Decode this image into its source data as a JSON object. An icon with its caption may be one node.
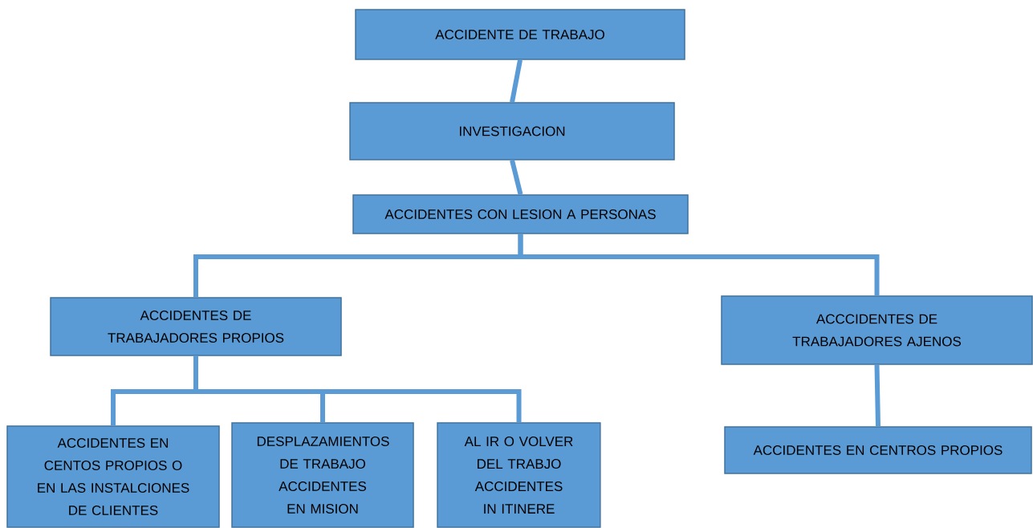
{
  "diagram": {
    "nodes": [
      {
        "text": [
          "ACCIDENTE DE TRABAJO"
        ]
      },
      {
        "text": [
          "INVESTIGACION"
        ]
      },
      {
        "text": [
          "ACCIDENTES CON LESION A PERSONAS"
        ]
      },
      {
        "text": [
          "ACCIDENTES DE TRABAJADORES PROPIOS"
        ]
      },
      {
        "text": [
          "ACCCIDENTES DE TRABAJADORES AJENOS"
        ]
      },
      {
        "text": [
          "ACCIDENTES EN CENTOS PROPIOS O EN LAS INSTALCIONES DE CLIENTES"
        ]
      },
      {
        "text": [
          "DESPLAZAMIENTOS DE TRABAJO ACCIDENTES EN MISION"
        ]
      },
      {
        "text": [
          "AL IR O VOLVER DEL TRABJO ACCIDENTES IN ITINERE"
        ]
      },
      {
        "text": [
          "ACCIDENTES EN CENTROS PROPIOS"
        ]
      }
    ],
    "edges": [
      {
        "from": 0,
        "to": 1,
        "arrow": "none"
      },
      {
        "from": 1,
        "to": 2,
        "arrow": "none"
      },
      {
        "from": 2,
        "to": 3,
        "arrow": "none"
      },
      {
        "from": 2,
        "to": 4,
        "arrow": "none"
      },
      {
        "from": 3,
        "to": 5,
        "arrow": "none"
      },
      {
        "from": 3,
        "to": 6,
        "arrow": "none"
      },
      {
        "from": 3,
        "to": 7,
        "arrow": "none"
      },
      {
        "from": 4,
        "to": 8,
        "arrow": "none"
      }
    ]
  }
}
